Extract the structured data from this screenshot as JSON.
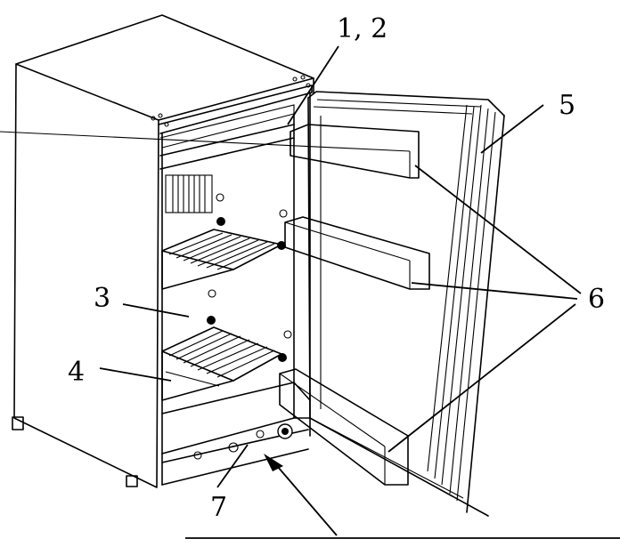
{
  "callouts": {
    "door_hinge": "1, 2",
    "shelf_support": "3",
    "wire_shelf": "4",
    "door_gasket": "5",
    "door_bins": "6",
    "control_panel": "7"
  }
}
